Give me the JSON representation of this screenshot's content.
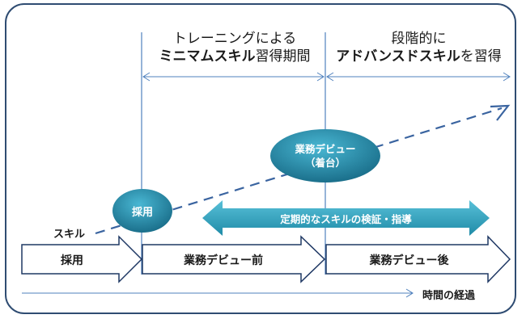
{
  "phases": [
    {
      "line1": "トレーニングによる",
      "line2_bold": "ミニマムスキル",
      "line2_rest": "習得期間"
    },
    {
      "line1": "段階的に",
      "line2_bold": "アドバンスドスキル",
      "line2_rest": "を習得"
    }
  ],
  "skill_label": "スキル",
  "milestones": {
    "hire": "採用",
    "debut_line1": "業務デビュー",
    "debut_line2": "（着台）"
  },
  "review_arrow_label": "定期的なスキルの検証・指導",
  "stages": [
    "採用",
    "業務デビュー前",
    "業務デビュー後"
  ],
  "timeline_label": "時間の経過",
  "colors": {
    "frame": "#2f4c72",
    "line_blue": "#4f81bd",
    "ellipse_dark": "#1d6f8a",
    "ellipse_light": "#3aa6c4",
    "review_arrow": "#2f9fb9",
    "stage_arrow_stroke": "#1f3864"
  }
}
